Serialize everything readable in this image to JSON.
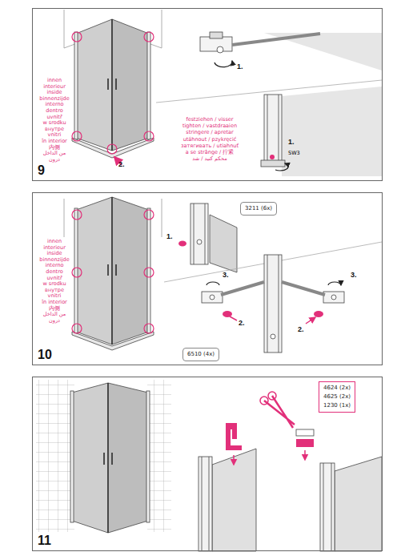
{
  "diagram": {
    "nodes": [
      {
        "text": [
          "9"
        ]
      },
      {
        "text": [
          "10"
        ]
      },
      {
        "text": [
          "11"
        ]
      },
      {
        "text": [
          "3211 (6x)"
        ],
        "in": 1
      },
      {
        "text": [
          "6510 (4x)"
        ],
        "in": 1
      },
      {
        "text": [
          "4624 (2x)",
          "4625 (2x)",
          "1230 (1x)"
        ],
        "in": 2
      }
    ],
    "labels": [
      "innen",
      "interieur",
      "inside",
      "binnenzijde",
      "interno",
      "dentro",
      "uvnitř",
      "w srodku",
      "внутре",
      "vnitri",
      "în interior",
      "内侧",
      "من الداخل",
      "درون",
      "2.",
      "festziehen / visser",
      "tighten / vastdraaien",
      "stringere / apretar",
      "utáhnout / pzykręcić",
      "затягивать / utiahnuť",
      "a se strânge / 拧紧",
      "محكم كنيد / شد",
      "1.",
      "1.",
      "SW3",
      "innen",
      "interieur",
      "inside",
      "binnenzijde",
      "interno",
      "dentro",
      "uvnitř",
      "w srodku",
      "внутре",
      "vnitri",
      "în interior",
      "内侧",
      "من الداخل",
      "درون",
      "1.",
      "2.",
      "2.",
      "3.",
      "3."
    ]
  }
}
